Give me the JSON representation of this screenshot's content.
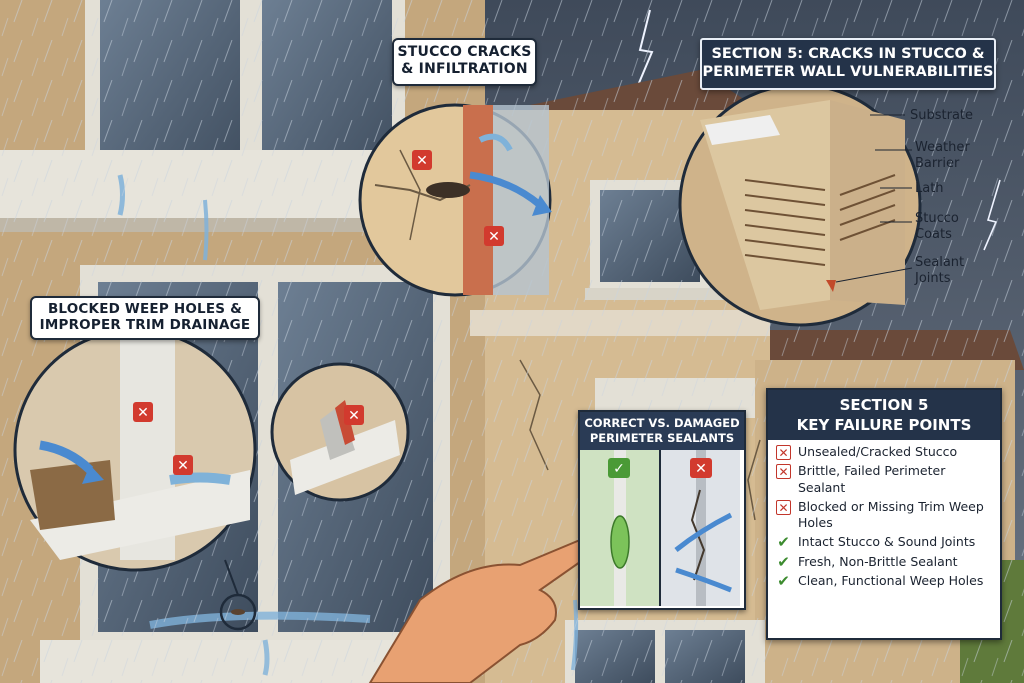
{
  "callouts": {
    "stucco_cracks": {
      "line1": "STUCCO CRACKS",
      "line2": "& INFILTRATION"
    },
    "weep_holes": {
      "line1": "BLOCKED WEEP HOLES &",
      "line2": "IMPROPER TRIM DRAINAGE"
    }
  },
  "section5_title": {
    "line1": "SECTION 5: CRACKS IN STUCCO &",
    "line2": "PERIMETER WALL VULNERABILITIES"
  },
  "wall_layers": [
    {
      "line1": "Substrate",
      "line2": ""
    },
    {
      "line1": "Weather",
      "line2": "Barrier"
    },
    {
      "line1": "Lath",
      "line2": ""
    },
    {
      "line1": "Stucco",
      "line2": "Coats"
    },
    {
      "line1": "Sealant",
      "line2": "Joints"
    }
  ],
  "sealant_comparison": {
    "title_line1": "CORRECT VS. DAMAGED",
    "title_line2": "PERIMETER SEALANTS",
    "left_status_icon": "check-icon",
    "right_status_icon": "x-icon"
  },
  "key_failure_points": {
    "title_line1": "SECTION 5",
    "title_line2": "KEY FAILURE POINTS",
    "items": [
      {
        "status": "fail",
        "icon": "x-icon",
        "text": "Unsealed/Cracked Stucco"
      },
      {
        "status": "fail",
        "icon": "x-icon",
        "text": "Brittle, Failed Perimeter Sealant"
      },
      {
        "status": "fail",
        "icon": "x-icon",
        "text": "Blocked or Missing Trim Weep Holes"
      },
      {
        "status": "pass",
        "icon": "check-icon",
        "text": "Intact Stucco & Sound Joints"
      },
      {
        "status": "pass",
        "icon": "check-icon",
        "text": "Fresh, Non-Brittle Sealant"
      },
      {
        "status": "pass",
        "icon": "check-icon",
        "text": "Clean, Functional Weep Holes"
      }
    ]
  },
  "colors": {
    "sky": "#4b5768",
    "stucco": "#d9bf95",
    "trim": "#e9e6dd",
    "water": "#7fb2d9",
    "panel_dark": "#243349",
    "fail_red": "#c2362b",
    "pass_green": "#3c8b2f"
  }
}
